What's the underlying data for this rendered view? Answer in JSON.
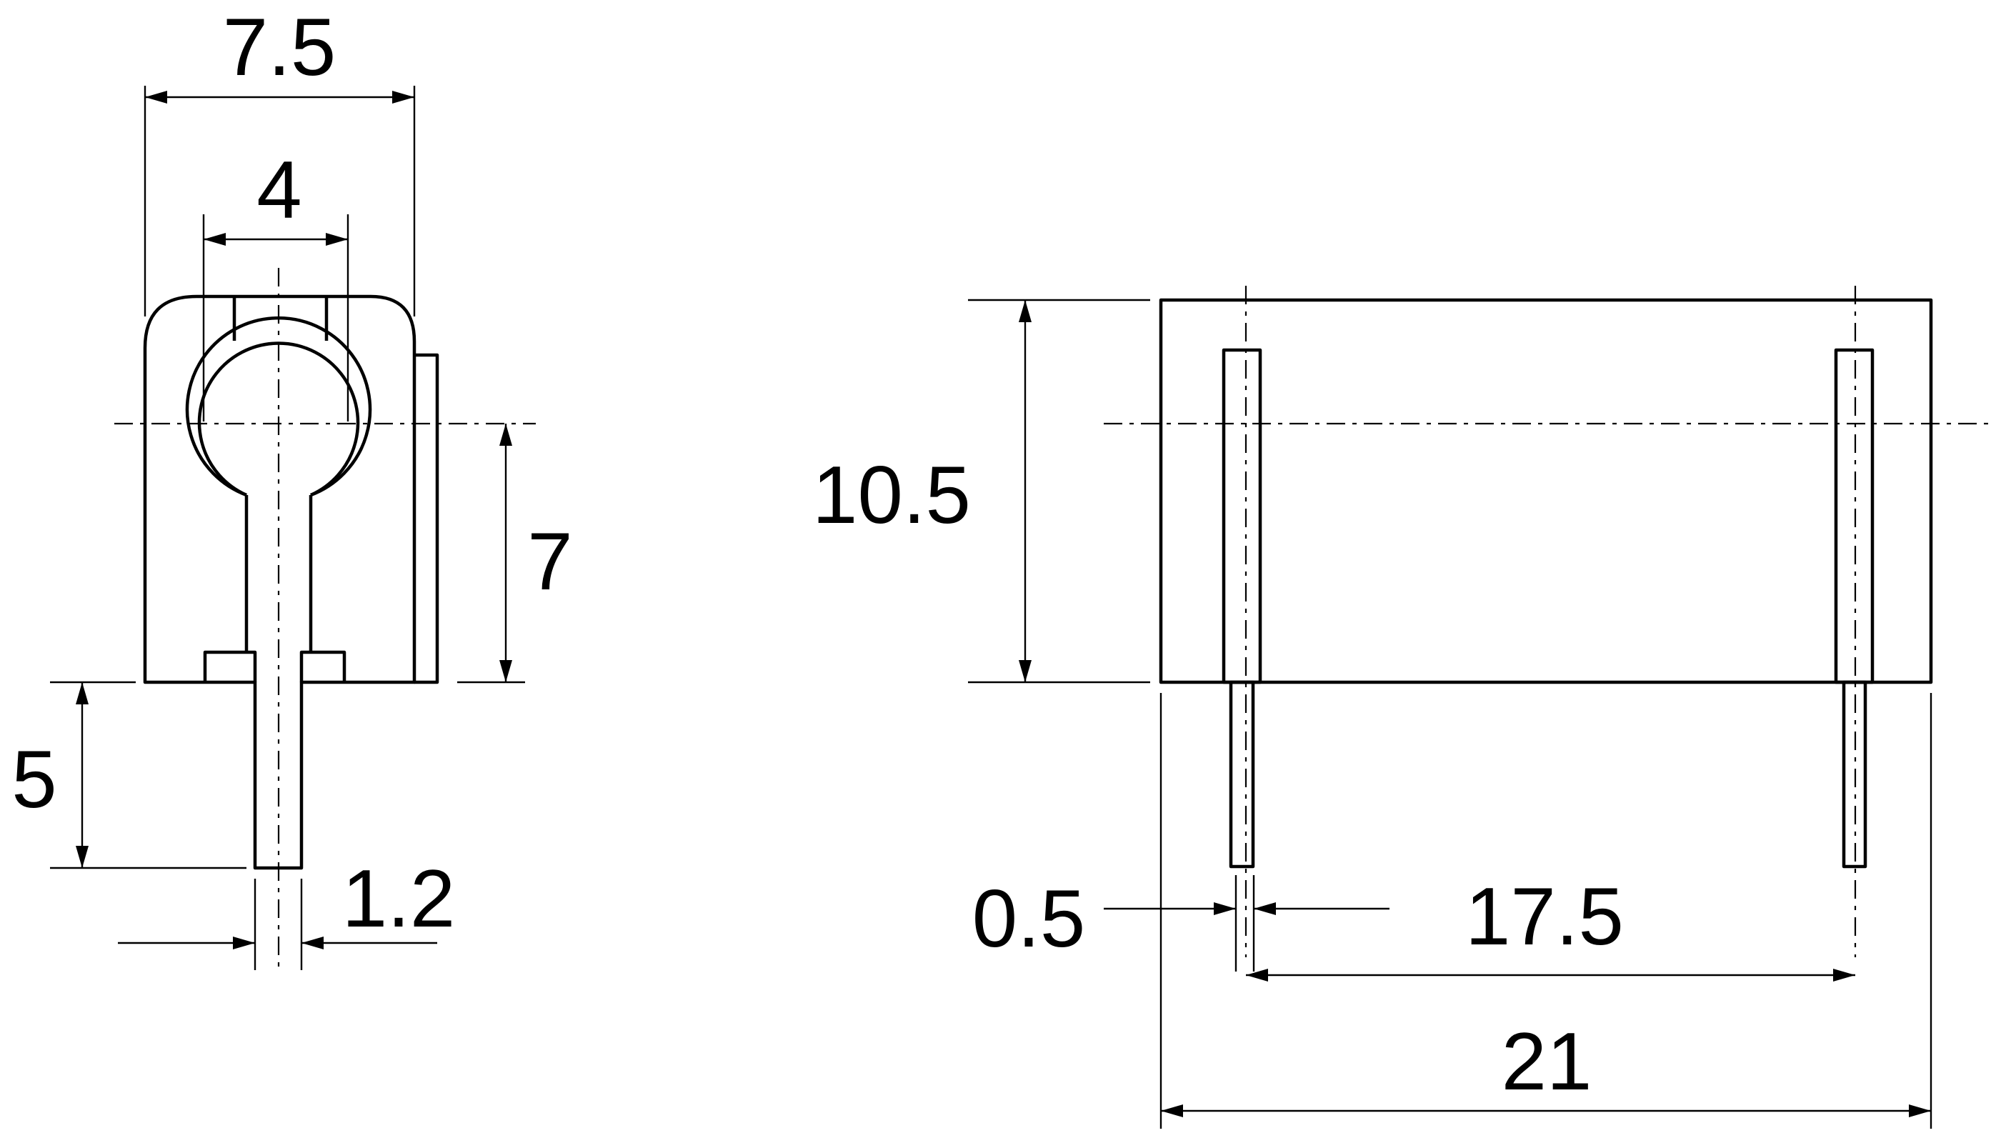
{
  "dimensions": {
    "overall_width": "7.5",
    "inner_width": "4",
    "height_to_center": "7",
    "pin_length": "5",
    "pin_width": "1.2",
    "body_height": "10.5",
    "pin_thickness": "0.5",
    "pin_spacing": "17.5",
    "body_length": "21"
  },
  "colors": {
    "line": "#000000",
    "background": "#ffffff"
  }
}
